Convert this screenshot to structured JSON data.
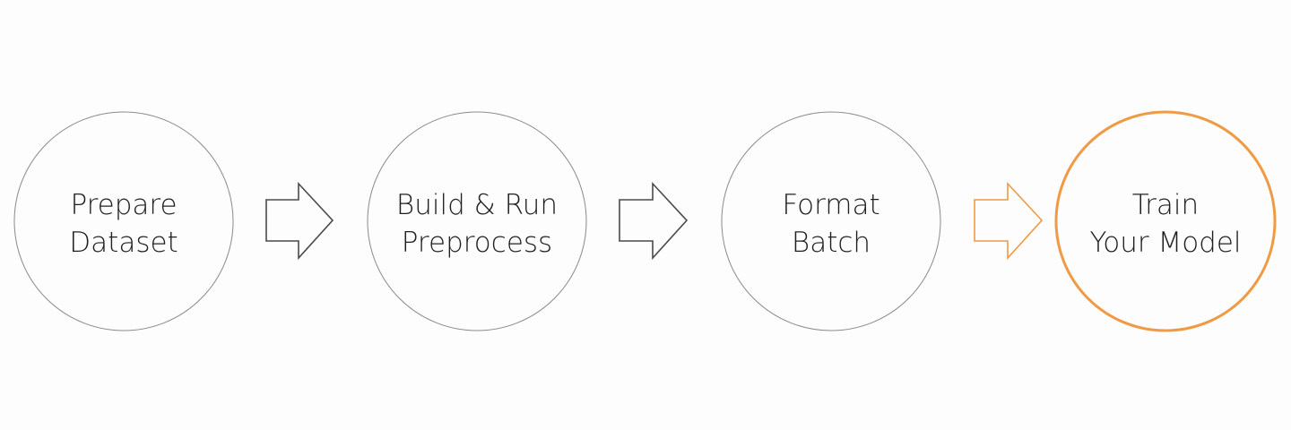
{
  "colors": {
    "background": "#fdfdfd",
    "default_stroke": "#8a8a8a",
    "arrow_stroke": "#4a4a4a",
    "highlight": "#ef9a44",
    "text": "#1f1f1f"
  },
  "steps": [
    {
      "lines": [
        "Prepare",
        "Dataset"
      ],
      "highlighted": false
    },
    {
      "lines": [
        "Build & Run",
        "Preprocess"
      ],
      "highlighted": false
    },
    {
      "lines": [
        "Format",
        "Batch"
      ],
      "highlighted": false
    },
    {
      "lines": [
        "Train",
        "Your Model"
      ],
      "highlighted": true
    }
  ],
  "arrows": [
    {
      "highlighted": false
    },
    {
      "highlighted": false
    },
    {
      "highlighted": true
    }
  ]
}
